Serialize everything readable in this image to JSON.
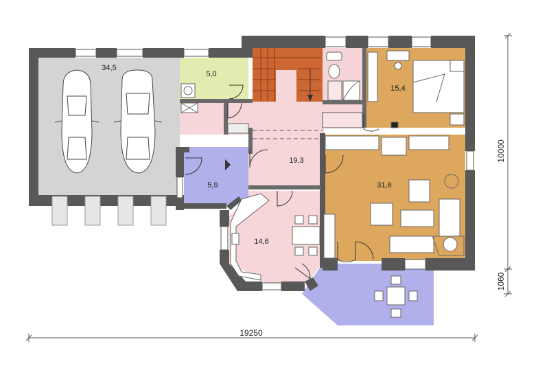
{
  "rooms": {
    "garage": "34,5",
    "utility": "5,0",
    "bedroom": "15,4",
    "hall": "19,3",
    "entry": "5,9",
    "living": "31,8",
    "kitchen": "14,6"
  },
  "dimensions": {
    "total_width": "19250",
    "depth": "10000",
    "terrace_depth": "1060"
  },
  "colors": {
    "wall": "#585858",
    "garage": "#d4d4d4",
    "utility": "#e2ecb0",
    "stairs": "#cc6633",
    "bath": "#f4d4d6",
    "bedroom": "#dda85e",
    "hall": "#f6d6d8",
    "entry": "#b0b0ea",
    "living": "#dda85e",
    "kitchen": "#f6d6d8",
    "terrace": "#b0b0ea"
  }
}
